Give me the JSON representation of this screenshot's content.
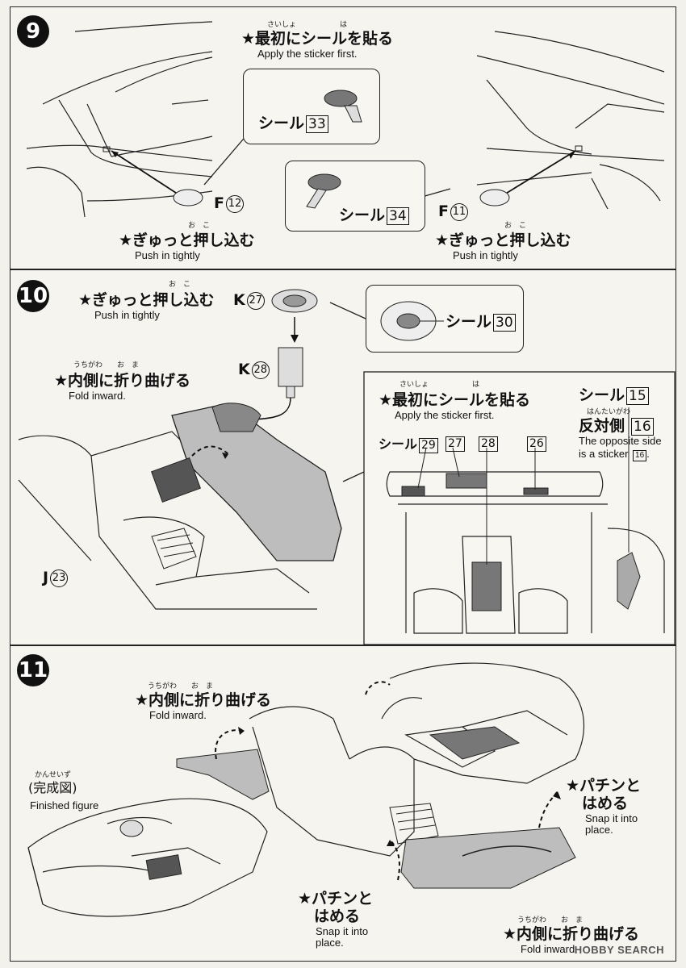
{
  "step9": {
    "number": "9",
    "sticker_first_ja": "★最初にシールを貼る",
    "sticker_first_ruby": "さいしょ　　　　　　は",
    "sticker_first_en": "Apply the sticker first.",
    "sticker_33_label": "シール",
    "sticker_33_num": "33",
    "sticker_34_label": "シール",
    "sticker_34_num": "34",
    "left_part_letter": "F",
    "left_part_num": "12",
    "right_part_letter": "F",
    "right_part_num": "11",
    "push_ja": "★ぎゅっと押し込む",
    "push_ruby": "お　こ",
    "push_en": "Push in tightly"
  },
  "step10": {
    "number": "10",
    "push_ja": "★ぎゅっと押し込む",
    "push_ruby": "お　こ",
    "push_en": "Push in tightly",
    "part_k27_letter": "K",
    "part_k27_num": "27",
    "part_k28_letter": "K",
    "part_k28_num": "28",
    "sticker_30_label": "シール",
    "sticker_30_num": "30",
    "fold_ja": "★内側に折り曲げる",
    "fold_ruby": "うちがわ　　お　ま",
    "fold_en": "Fold inward.",
    "part_j23_letter": "J",
    "part_j23_num": "23",
    "sticker_first_ja": "★最初にシールを貼る",
    "sticker_first_ruby": "さいしょ　　　　　　は",
    "sticker_first_en": "Apply the sticker first.",
    "sticker_15_label": "シール",
    "sticker_15_num": "15",
    "opposite_ruby": "はんたいがわ",
    "opposite_ja": "反対側",
    "opposite_num": "16",
    "opposite_en_1": "The opposite side",
    "opposite_en_2": "is a sticker",
    "opposite_en_num": "16",
    "sticker_29_label": "シール",
    "sticker_29_num": "29",
    "sticker_27_num": "27",
    "sticker_28_num": "28",
    "sticker_26_num": "26"
  },
  "step11": {
    "number": "11",
    "fold_ja": "★内側に折り曲げる",
    "fold_ruby": "うちがわ　　お　ま",
    "fold_en": "Fold inward.",
    "finished_ruby": "かんせいず",
    "finished_ja": "(完成図)",
    "finished_en": "Finished figure",
    "snap_ja_1": "★パチンと",
    "snap_ja_2": "はめる",
    "snap_en_1": "Snap it into",
    "snap_en_2": "place.",
    "snap2_ja_1": "★パチンと",
    "snap2_ja_2": "はめる",
    "snap2_en_1": "Snap it into",
    "snap2_en_2": "place.",
    "fold2_ja": "★内側に折り曲げる",
    "fold2_ruby": "うちがわ　　お　ま",
    "fold2_en": "Fold inward."
  },
  "watermark": "HOBBY SEARCH",
  "colors": {
    "ink": "#111111",
    "paper": "#f3f1ec",
    "part_shade": "#b9b9b9"
  }
}
